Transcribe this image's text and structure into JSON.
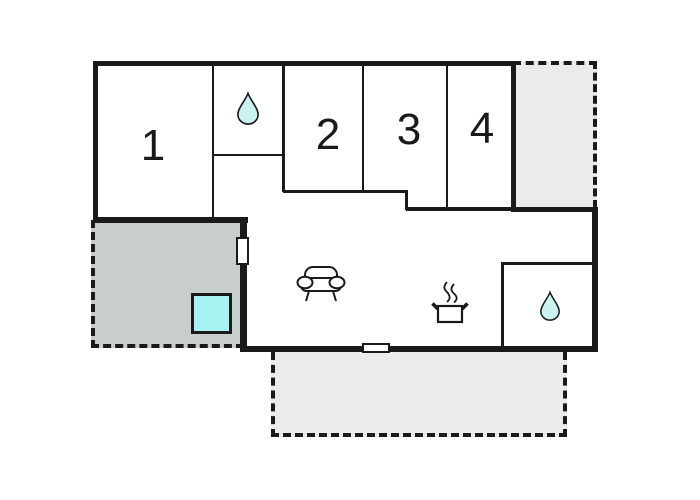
{
  "floorplan": {
    "type": "holiday-home-floor-plan",
    "rooms": [
      {
        "number": "1"
      },
      {
        "number": "2"
      },
      {
        "number": "3"
      },
      {
        "number": "4"
      }
    ],
    "icons": {
      "bathroom_top": "water-drop-icon",
      "bathroom_bottom": "water-drop-icon",
      "living_room": "sofa-icon",
      "kitchen": "cooking-pot-icon",
      "spa_terrace": "hot-tub-square"
    },
    "colors": {
      "wall": "#1a1a1a",
      "terrace_light": "#e9ece9",
      "terrace_gray": "#c7cecd",
      "hot_tub": "#a9f2f4",
      "water_drop": "#c9f3f1",
      "background": "#ffffff"
    }
  }
}
